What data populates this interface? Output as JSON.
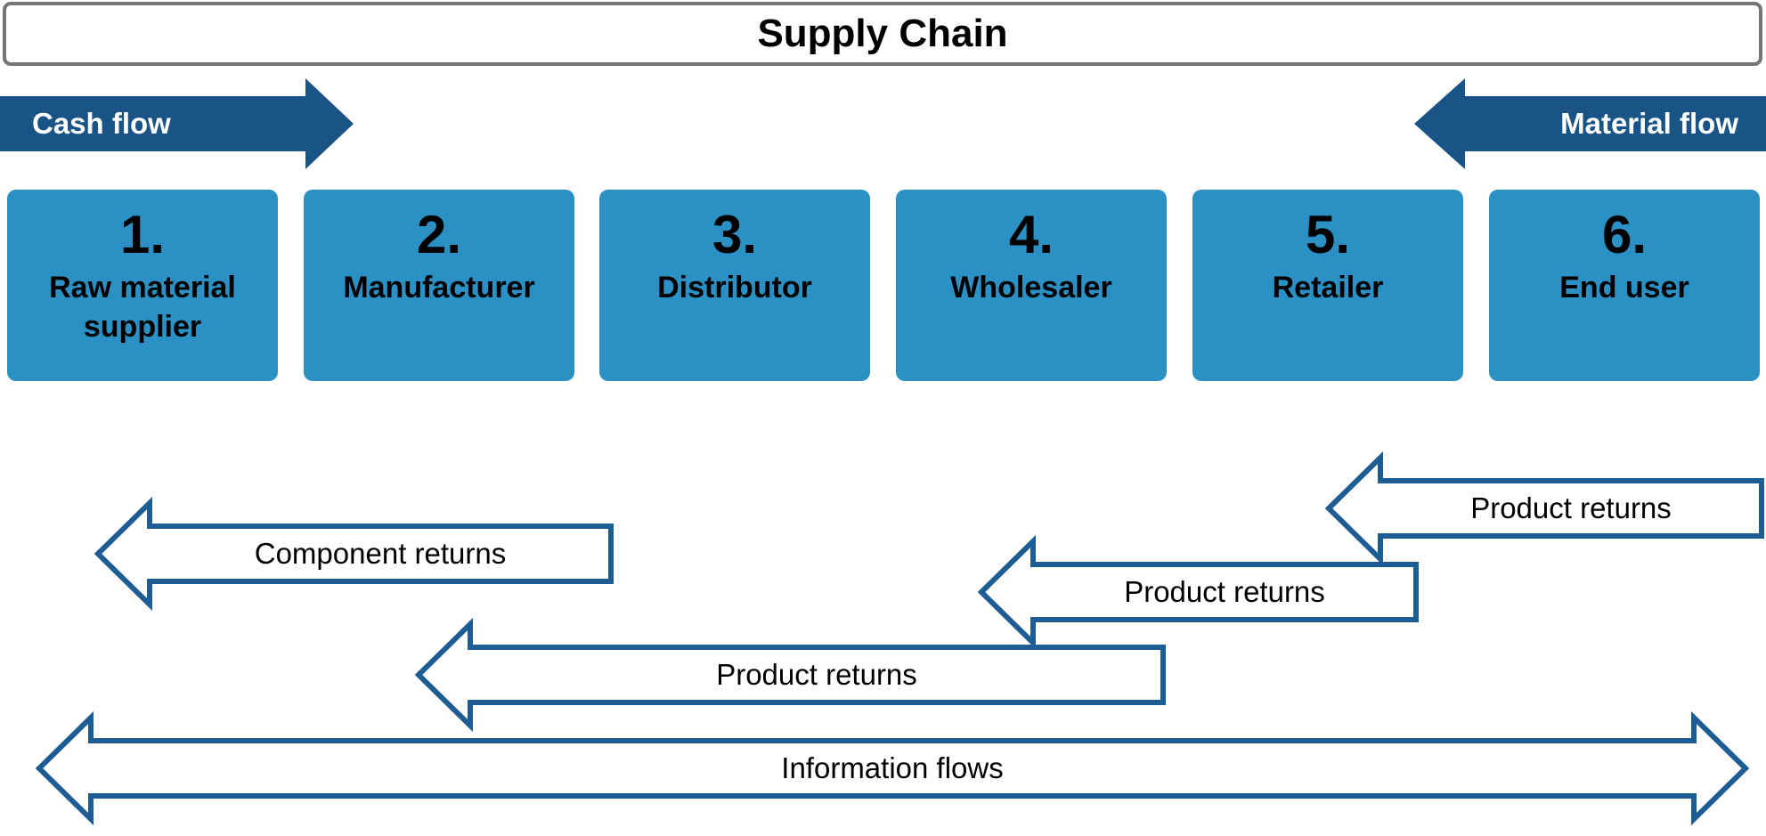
{
  "title": "Supply Chain",
  "cash_flow": {
    "label": "Cash flow",
    "direction": "right"
  },
  "material_flow": {
    "label": "Material flow",
    "direction": "left"
  },
  "stages": [
    {
      "number": "1.",
      "name": "Raw material supplier"
    },
    {
      "number": "2.",
      "name": "Manufacturer"
    },
    {
      "number": "3.",
      "name": "Distributor"
    },
    {
      "number": "4.",
      "name": "Wholesaler"
    },
    {
      "number": "5.",
      "name": "Retailer"
    },
    {
      "number": "6.",
      "name": "End user"
    }
  ],
  "returns": [
    {
      "label": "Product returns",
      "direction": "left"
    },
    {
      "label": "Product returns",
      "direction": "left"
    },
    {
      "label": "Product returns",
      "direction": "left"
    },
    {
      "label": "Component returns",
      "direction": "left"
    }
  ],
  "information_flow": {
    "label": "Information flows",
    "direction": "both"
  },
  "colors": {
    "stage_box_blue": "#2B90C4",
    "solid_arrow_blue": "#1A5385",
    "outline_arrow_border_blue": "#1E5C94",
    "title_border_gray": "#757575",
    "text_black": "#000000",
    "text_white": "#ffffff"
  }
}
